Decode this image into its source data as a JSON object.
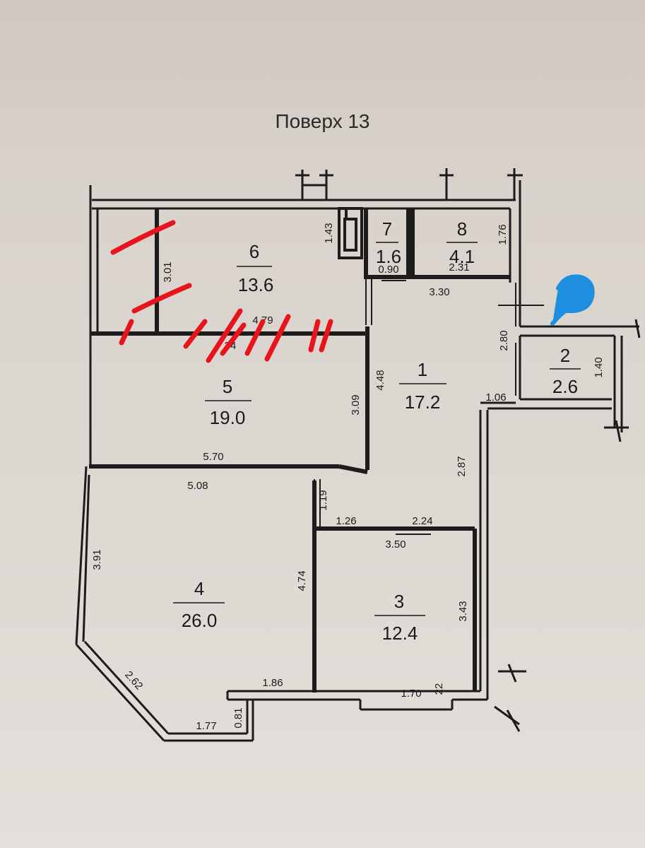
{
  "title": "Поверх 13",
  "rooms": [
    {
      "number": "1",
      "area": "17.2"
    },
    {
      "number": "2",
      "area": "2.6"
    },
    {
      "number": "3",
      "area": "12.4"
    },
    {
      "number": "4",
      "area": "26.0"
    },
    {
      "number": "5",
      "area": "19.0"
    },
    {
      "number": "6",
      "area": "13.6"
    },
    {
      "number": "7",
      "area": "1.6"
    },
    {
      "number": "8",
      "area": "4.1"
    }
  ],
  "dimensions": {
    "d_143": "1.43",
    "d_301": "3.01",
    "d_479": "4.79",
    "d_34": "34",
    "d_176": "1.76",
    "d_090": "0.90",
    "d_231": "2.31",
    "d_330": "3.30",
    "d_280": "2.80",
    "d_140": "1.40",
    "d_106": "1.06",
    "d_448": "4.48",
    "d_309": "3.09",
    "d_570": "5.70",
    "d_508": "5.08",
    "d_287": "2.87",
    "d_119": "1.19",
    "d_126": "1.26",
    "d_224": "2.24",
    "d_350": "3.50",
    "d_391": "3.91",
    "d_474": "4.74",
    "d_343": "3.43",
    "d_262": "2.62",
    "d_186": "1.86",
    "d_170": "1.70",
    "d_22": "22",
    "d_081": "0.81",
    "d_177": "1.77"
  },
  "colors": {
    "wall": "#1c1c1c",
    "red_marks": "#e8141c",
    "blue_mark": "#1e8ee0"
  }
}
